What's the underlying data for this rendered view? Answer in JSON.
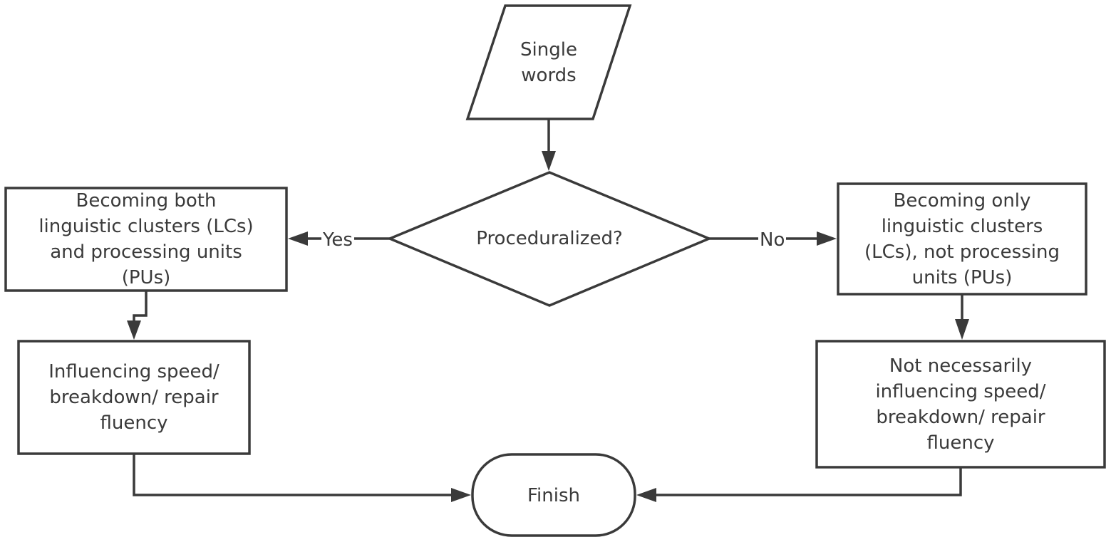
{
  "nodes": {
    "start": "Single\nwords",
    "decision": "Proceduralized?",
    "yes_box": "Becoming both\nlinguistic clusters (LCs)\nand processing units\n(PUs)",
    "no_box": "Becoming only\nlinguistic clusters\n(LCs), not processing\nunits (PUs)",
    "yes_result": "Influencing speed/\nbreakdown/ repair\nfluency",
    "no_result": "Not necessarily\ninfluencing speed/\nbreakdown/ repair\nfluency",
    "finish": "Finish"
  },
  "edges": {
    "yes_label": "Yes",
    "no_label": "No"
  }
}
